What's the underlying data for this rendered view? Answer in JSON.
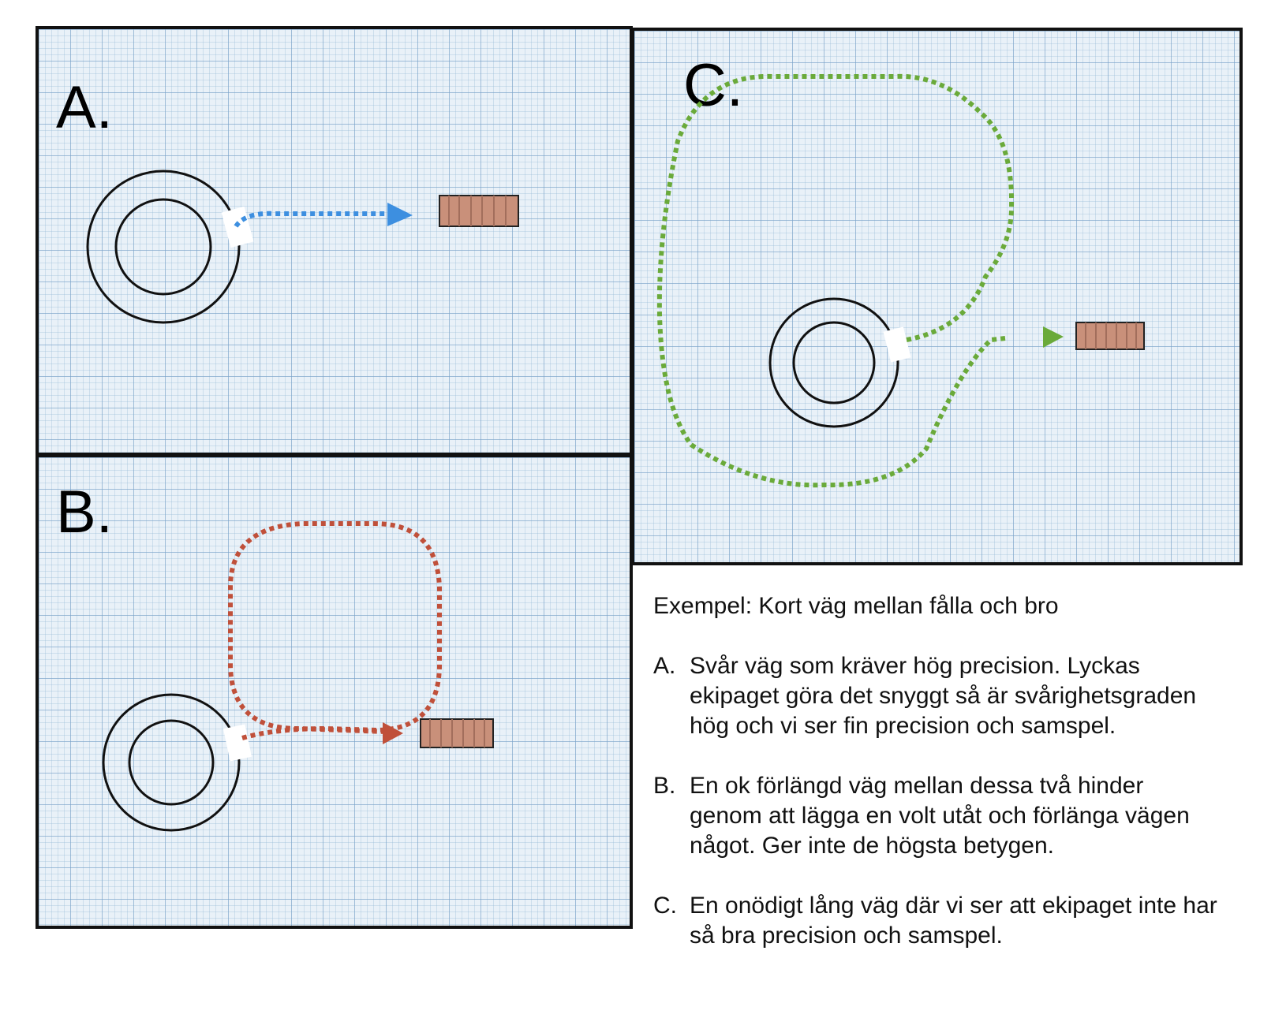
{
  "panels": [
    {
      "letter": "A.",
      "path_color": "#3d8fe0",
      "route": "short"
    },
    {
      "letter": "B.",
      "path_color": "#c0503a",
      "route": "loop"
    },
    {
      "letter": "C.",
      "path_color": "#6aaa3a",
      "route": "long"
    }
  ],
  "caption": {
    "title": "Exempel: Kort väg mellan fålla och bro",
    "items": [
      {
        "marker": "A.",
        "text": "Svår väg som kräver hög precision. Lyckas ekipaget göra det snyggt så är svårighetsgraden hög och vi ser fin precision och samspel."
      },
      {
        "marker": "B.",
        "text": "En ok förlängd väg mellan dessa två hinder genom att lägga en volt utåt och förlänga vägen något. Ger inte de högsta betygen."
      },
      {
        "marker": "C.",
        "text": "En onödigt lång väg där vi ser att ekipaget inte har så bra precision och samspel."
      }
    ]
  },
  "colors": {
    "grid_bg": "#e9f1f8",
    "bridge": "#c9907a",
    "outline": "#111111"
  }
}
